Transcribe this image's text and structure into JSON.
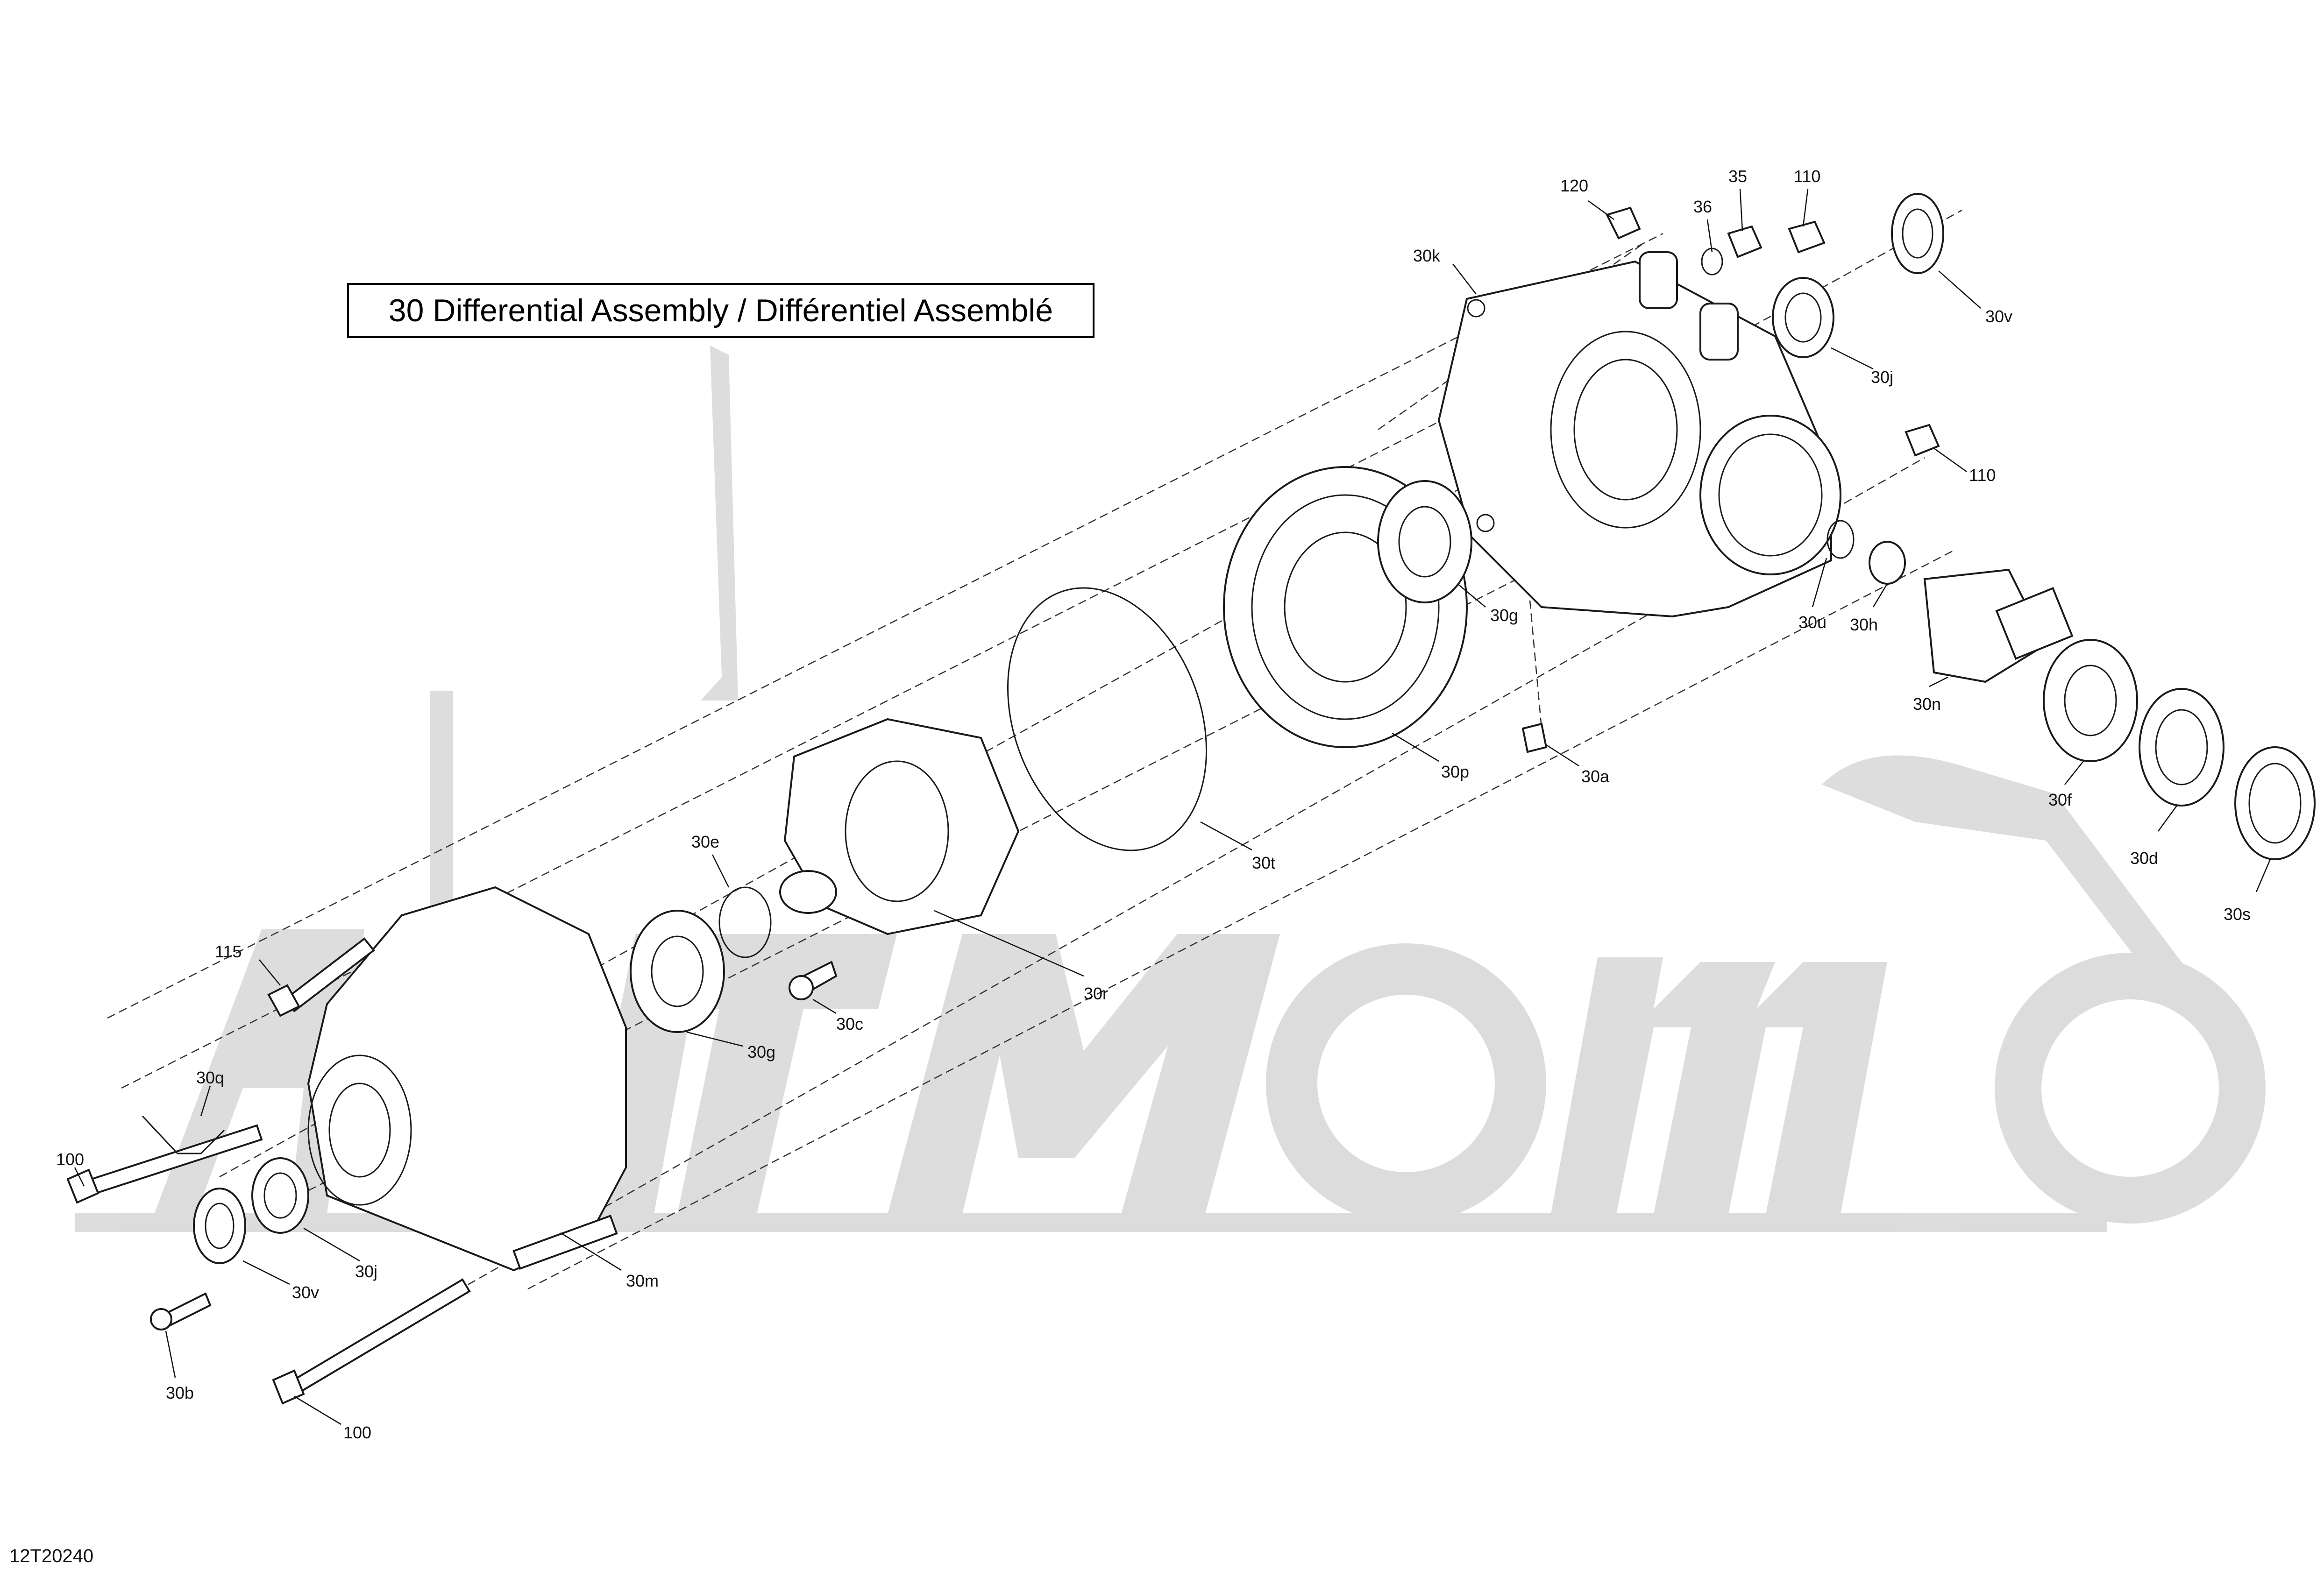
{
  "diagram": {
    "title": "30 Differential Assembly / Différentiel Assemblé",
    "illustration_code": "12T20240",
    "watermark": "ArtMoto",
    "labels": {
      "l120": "120",
      "l36": "36",
      "l35": "35",
      "l110a": "110",
      "l30k": "30k",
      "l30v_top": "30v",
      "l30j_top": "30j",
      "l110b": "110",
      "l30g_top": "30g",
      "l30u": "30u",
      "l30h": "30h",
      "l30n": "30n",
      "l30a": "30a",
      "l30p": "30p",
      "l30f": "30f",
      "l30d": "30d",
      "l30s": "30s",
      "l30t": "30t",
      "l30e": "30e",
      "l30r": "30r",
      "l115": "115",
      "l30c": "30c",
      "l30g_bot": "30g",
      "l30q": "30q",
      "l100_top": "100",
      "l30j_bot": "30j",
      "l30v_bot": "30v",
      "l30m": "30m",
      "l30b": "30b",
      "l100_bot": "100"
    },
    "colors": {
      "line": "#1a1a1a",
      "watermark": "#d9d9d9",
      "background": "#ffffff"
    }
  }
}
